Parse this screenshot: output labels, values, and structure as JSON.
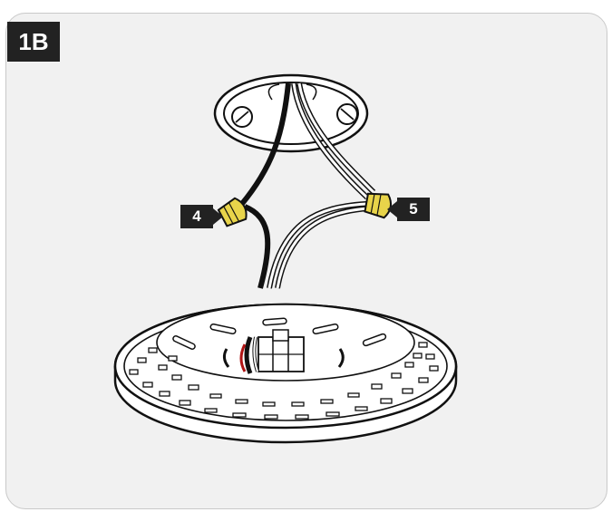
{
  "step": {
    "label": "1B"
  },
  "callouts": [
    {
      "label": "4",
      "refers_to": "black-wire-connector"
    },
    {
      "label": "5",
      "refers_to": "white-wire-connector"
    }
  ],
  "colors": {
    "panel_background": "#f1f1f1",
    "badge": "#222222",
    "wire_connector": "#e8d44a",
    "black_wire": "#111111",
    "white_wire": "#ffffff",
    "red_wire": "#b01414"
  },
  "icons": [
    "junction-box-icon",
    "wire-connector-icon",
    "ceiling-fixture-icon"
  ]
}
